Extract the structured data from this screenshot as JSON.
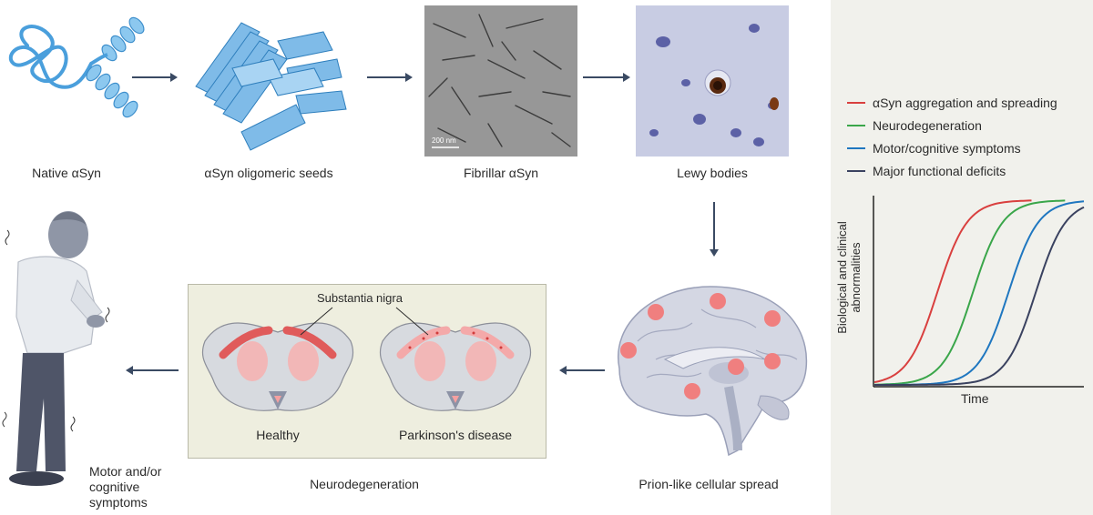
{
  "stages": {
    "native": "Native αSyn",
    "oligomeric": "αSyn oligomeric seeds",
    "fibrillar": "Fibrillar αSyn",
    "lewy": "Lewy bodies",
    "prion": "Prion-like cellular spread",
    "neurodegeneration": "Neurodegeneration",
    "symptoms": [
      "Motor and/or",
      "cognitive",
      "symptoms"
    ]
  },
  "micrograph": {
    "scale_bar": "200 nm"
  },
  "brain_sections": {
    "label_sn": "Substantia nigra",
    "healthy": "Healthy",
    "pd": "Parkinson's disease"
  },
  "colors": {
    "arrow": "#3a4a63",
    "protein": "#5aa9de",
    "red": "#d9403f",
    "green": "#3aa64a",
    "blue": "#1f77c0",
    "navy": "#3a4260"
  },
  "chart_data": {
    "type": "line",
    "xlabel": "Time",
    "ylabel": "Biological and clinical abnormalities",
    "series": [
      {
        "name": "αSyn aggregation and spreading",
        "color": "#d9403f",
        "midpoint": 0.3
      },
      {
        "name": "Neurodegeneration",
        "color": "#3aa64a",
        "midpoint": 0.47
      },
      {
        "name": "Motor/cognitive symptoms",
        "color": "#1f77c0",
        "midpoint": 0.64
      },
      {
        "name": "Major functional deficits",
        "color": "#3a4260",
        "midpoint": 0.77
      }
    ],
    "grid": false,
    "legend": "top"
  }
}
